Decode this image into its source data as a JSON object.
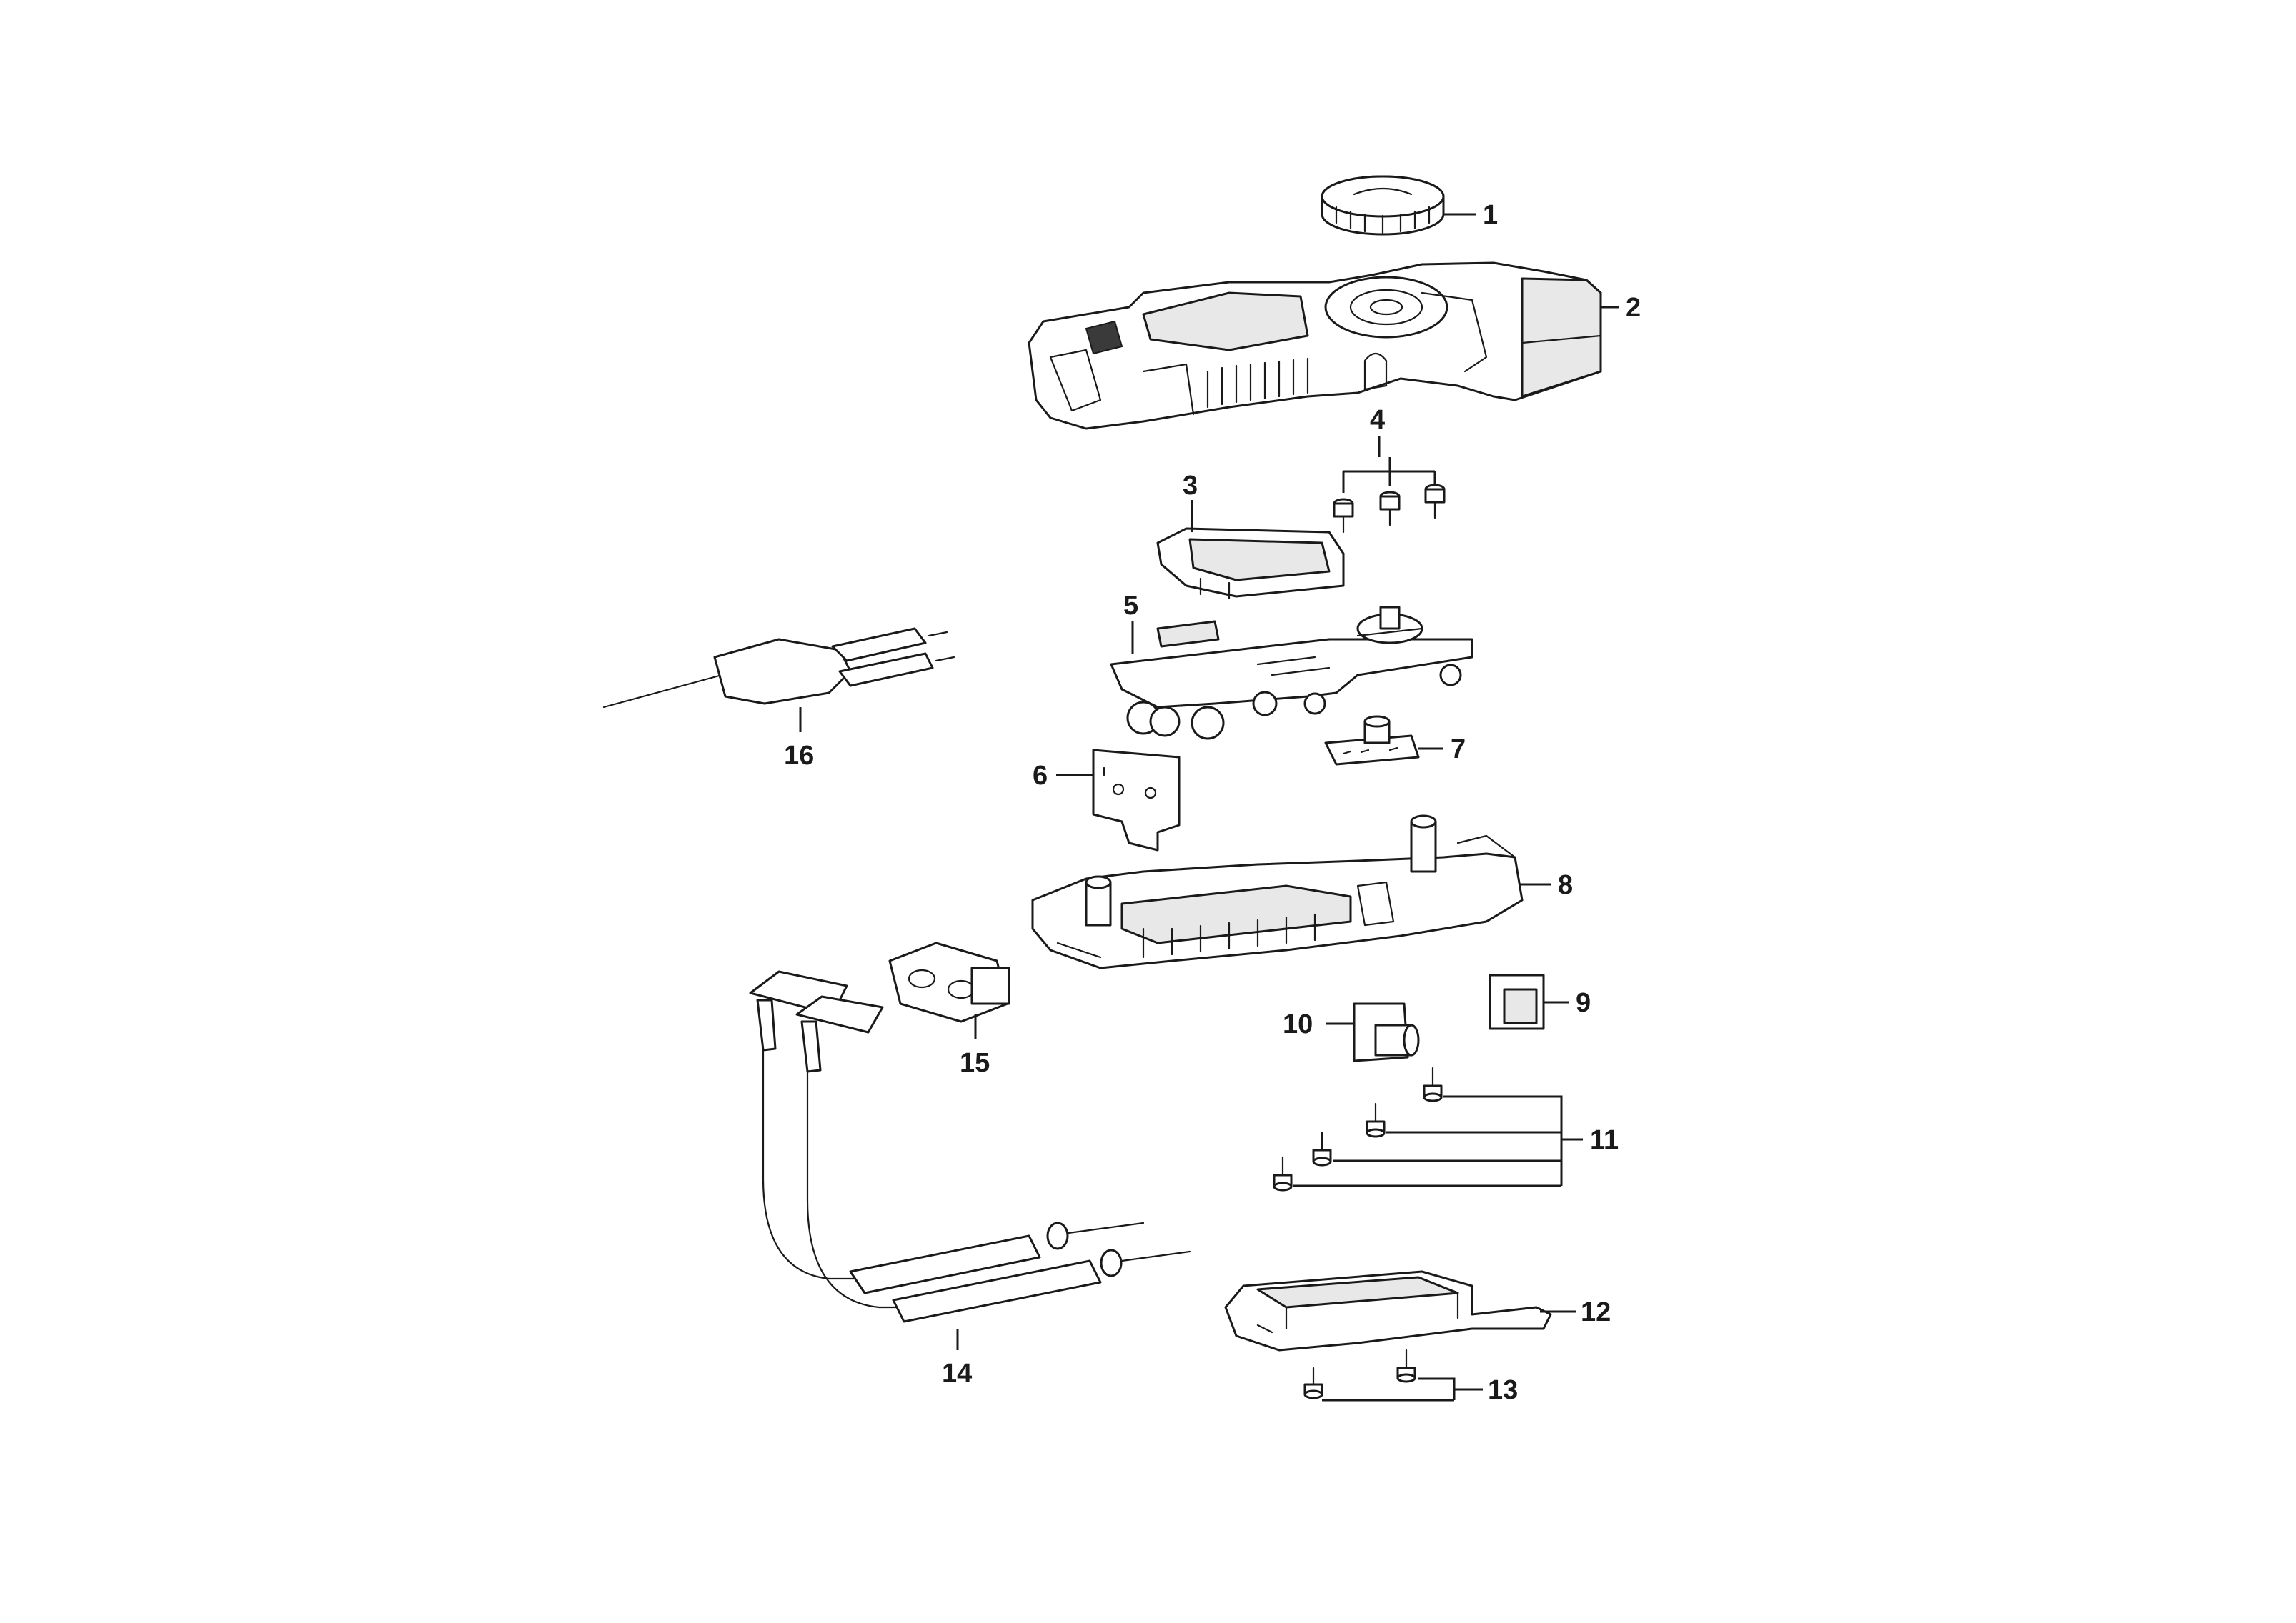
{
  "callouts": [
    {
      "id": "1",
      "label": "1"
    },
    {
      "id": "2",
      "label": "2"
    },
    {
      "id": "3",
      "label": "3"
    },
    {
      "id": "4",
      "label": "4"
    },
    {
      "id": "5",
      "label": "5"
    },
    {
      "id": "6",
      "label": "6"
    },
    {
      "id": "7",
      "label": "7"
    },
    {
      "id": "8",
      "label": "8"
    },
    {
      "id": "9",
      "label": "9"
    },
    {
      "id": "10",
      "label": "10"
    },
    {
      "id": "11",
      "label": "11"
    },
    {
      "id": "12",
      "label": "12"
    },
    {
      "id": "13",
      "label": "13"
    },
    {
      "id": "14",
      "label": "14"
    },
    {
      "id": "15",
      "label": "15"
    },
    {
      "id": "16",
      "label": "16"
    }
  ]
}
